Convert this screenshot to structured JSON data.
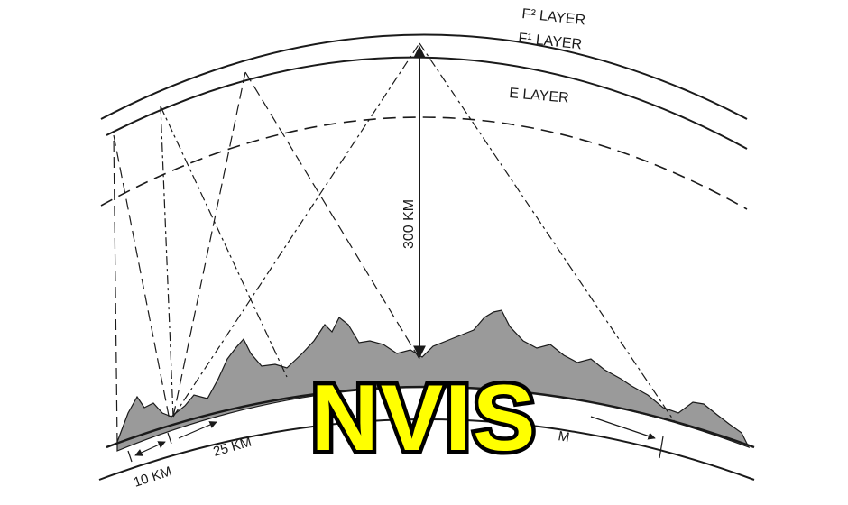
{
  "title": "NVIS",
  "layers": {
    "f2": "F² LAYER",
    "f1": "F¹ LAYER",
    "e": "E LAYER"
  },
  "altitude_label": "300 KM",
  "distances": {
    "d10": "10 KM",
    "d25": "25 KM",
    "d_partial": "M"
  },
  "colors": {
    "title_fill": "#ffff00",
    "title_stroke": "#000000",
    "terrain": "#9a9a9a",
    "ink": "#1a1a1a"
  }
}
